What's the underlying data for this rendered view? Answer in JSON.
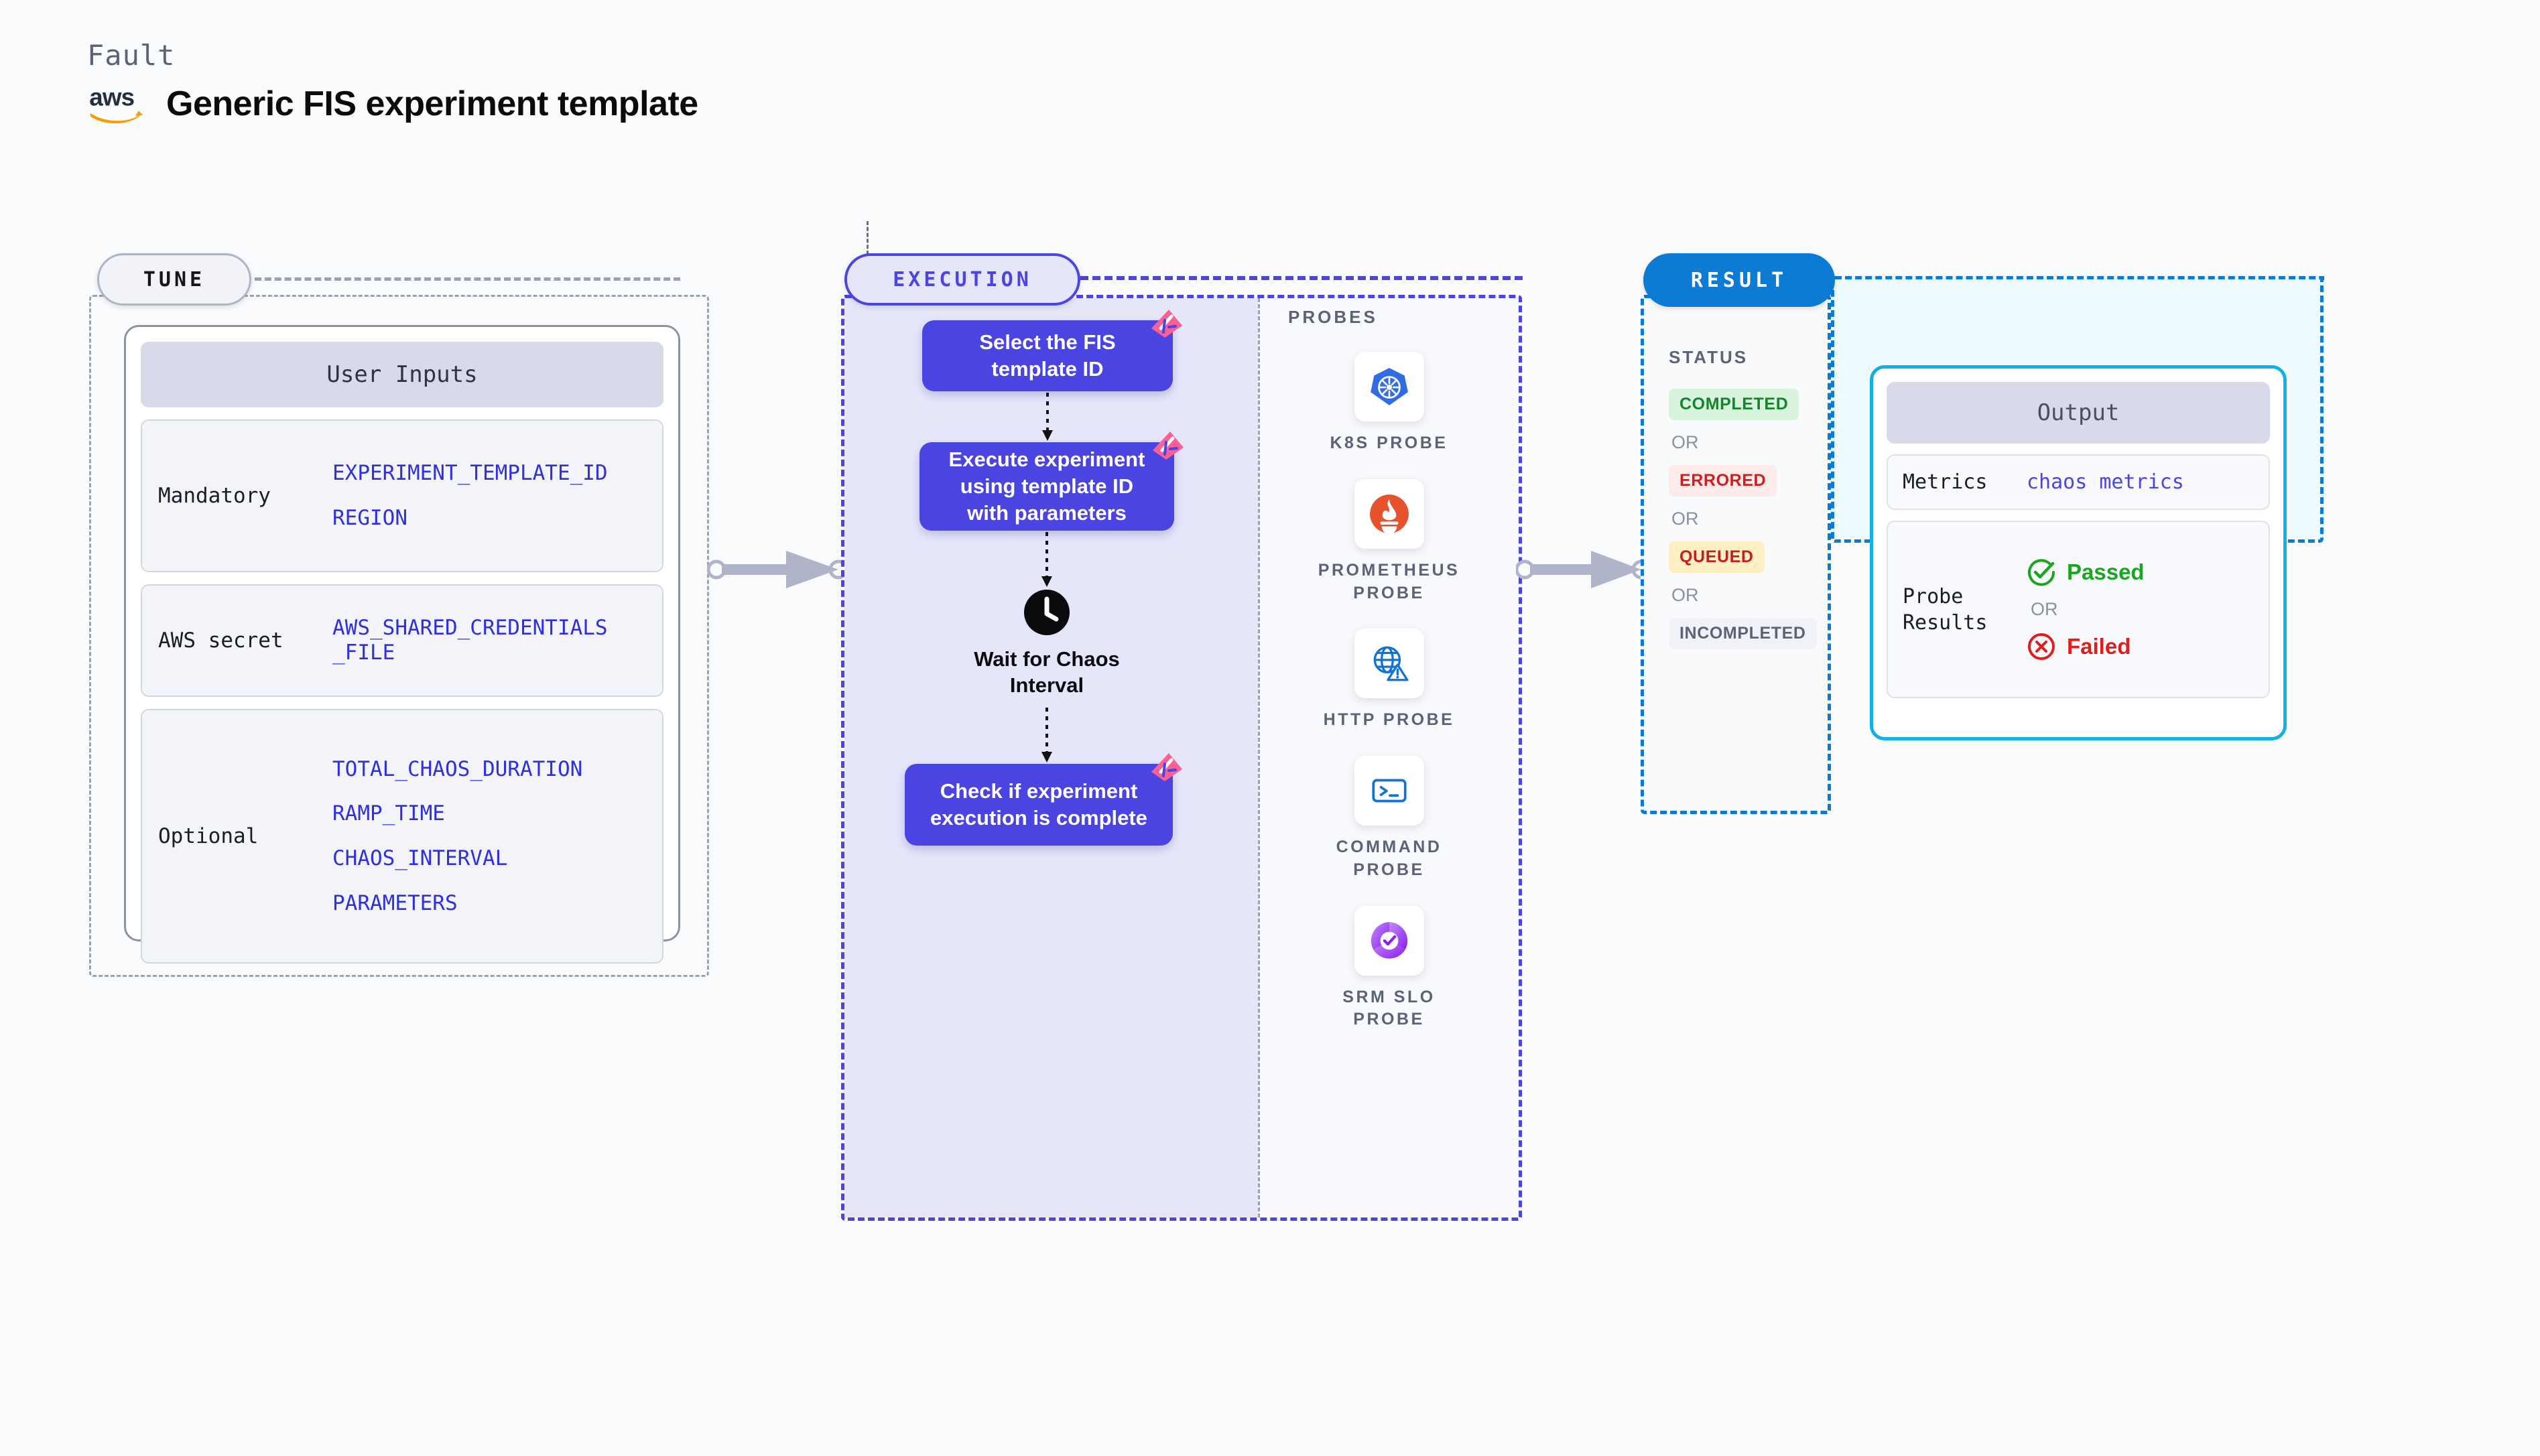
{
  "header": {
    "eyebrow": "Fault",
    "title": "Generic FIS experiment template",
    "logo_icon": "aws-logo"
  },
  "tune": {
    "pill_label": "TUNE",
    "card_title": "User Inputs",
    "rows": [
      {
        "label": "Mandatory",
        "vars": [
          "EXPERIMENT_TEMPLATE_ID",
          "REGION"
        ]
      },
      {
        "label": "AWS secret",
        "vars": [
          "AWS_SHARED_CREDENTIALS\n_FILE"
        ]
      },
      {
        "label": "Optional",
        "vars": [
          "TOTAL_CHAOS_DURATION",
          "RAMP_TIME",
          "CHAOS_INTERVAL",
          "PARAMETERS"
        ]
      }
    ]
  },
  "execution": {
    "pill_label": "EXECUTION",
    "steps": [
      {
        "id": "select",
        "label": "Select the FIS\ntemplate ID",
        "badge_icon": "harness-badge-icon"
      },
      {
        "id": "execute",
        "label": "Execute experiment\nusing template ID\nwith parameters",
        "badge_icon": "harness-badge-icon"
      },
      {
        "id": "wait",
        "label": "Wait for Chaos\nInterval",
        "icon": "clock-icon"
      },
      {
        "id": "check",
        "label": "Check if experiment\nexecution is complete",
        "badge_icon": "harness-badge-icon"
      }
    ]
  },
  "probes": {
    "title": "PROBES",
    "items": [
      {
        "label": "K8S PROBE",
        "icon": "kubernetes-icon"
      },
      {
        "label": "PROMETHEUS\nPROBE",
        "icon": "prometheus-icon"
      },
      {
        "label": "HTTP PROBE",
        "icon": "http-globe-icon"
      },
      {
        "label": "COMMAND\nPROBE",
        "icon": "terminal-icon"
      },
      {
        "label": "SRM SLO\nPROBE",
        "icon": "srm-slo-icon"
      }
    ]
  },
  "result": {
    "pill_label": "RESULT",
    "status_title": "STATUS",
    "or_label": "OR",
    "statuses": [
      {
        "label": "COMPLETED",
        "bg": "#d9f4dc",
        "fg": "#13862b"
      },
      {
        "label": "ERRORED",
        "bg": "#fdeaea",
        "fg": "#cc1f1f"
      },
      {
        "label": "QUEUED",
        "bg": "#fdeec3",
        "fg": "#c21f1f"
      },
      {
        "label": "INCOMPLETED",
        "bg": "#f1f2f7",
        "fg": "#5b6376"
      }
    ],
    "output": {
      "title": "Output",
      "metrics_label": "Metrics",
      "metrics_value": "chaos metrics",
      "probe_results_label": "Probe\nResults",
      "passed_label": "Passed",
      "failed_label": "Failed",
      "or_label": "OR",
      "passed_icon": "check-circle-icon",
      "failed_icon": "x-circle-icon"
    }
  },
  "colors": {
    "accent_purple": "#4a44e0",
    "accent_blue": "#0d7ad4",
    "accent_cyan": "#12b0e8",
    "badge_pink": "#fa5f95",
    "var_blue": "#2f2fe0",
    "gray_dash": "#9aa1b0"
  }
}
